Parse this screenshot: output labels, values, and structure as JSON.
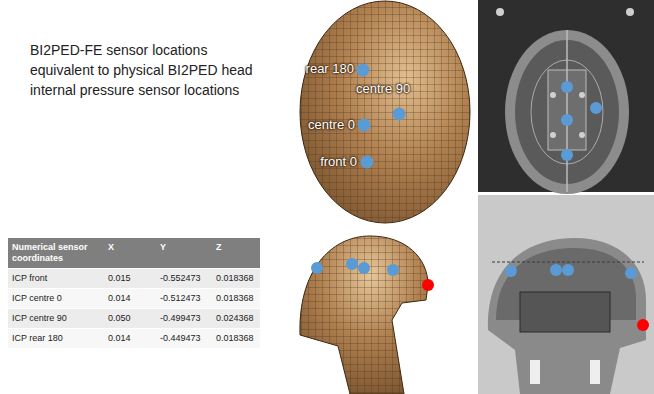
{
  "diagram": {
    "title": "BI2PED-FE sensor locations equivalent to physical BI2PED head internal pressure sensor locations",
    "labels": [
      "rear 180",
      "centre 90",
      "centre 0",
      "front 0",
      "Numerical sensor coordinates",
      "X",
      "Y",
      "Z",
      "ICP front",
      "0.015",
      "-0.552473",
      "0.018368",
      "ICP centre 0",
      "0.014",
      "-0.512473",
      "0.018368",
      "ICP centre 90",
      "0.050",
      "-0.499473",
      "0.024368",
      "ICP rear 180",
      "0.014",
      "-0.449473",
      "0.018368"
    ]
  }
}
